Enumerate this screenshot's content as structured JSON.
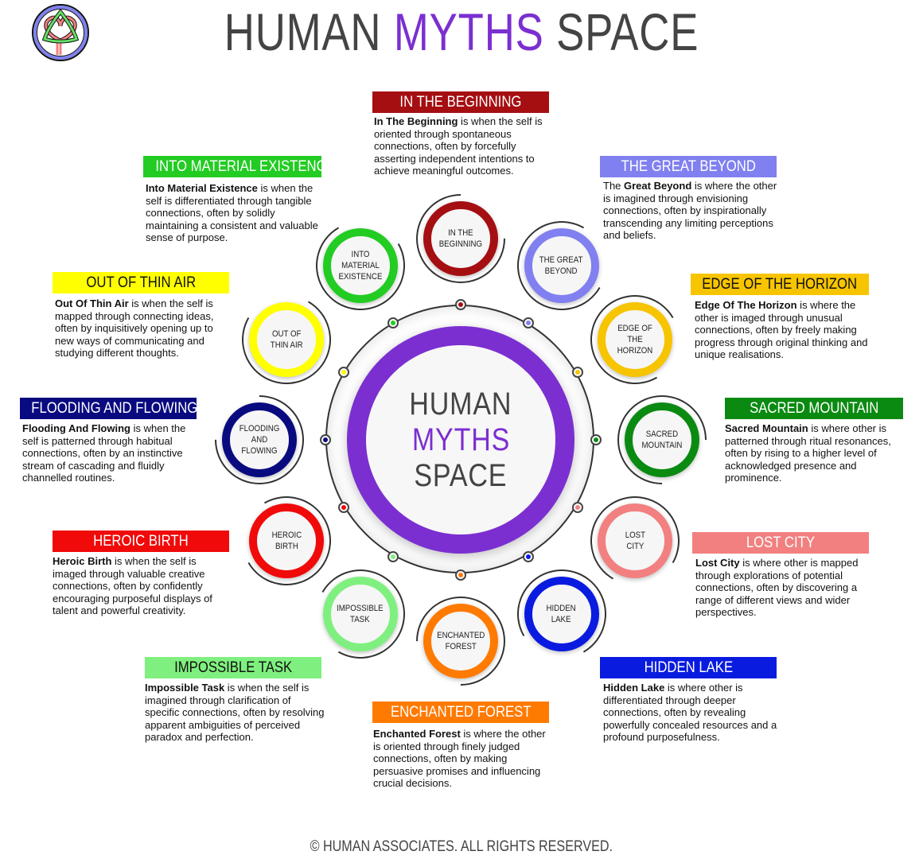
{
  "header": {
    "title_part1": "HUMAN",
    "title_part2": "MYTHS",
    "title_part3": "SPACE"
  },
  "center": {
    "line1": "HUMAN",
    "line2": "MYTHS",
    "line3": "SPACE",
    "accent": "#7b2fd0"
  },
  "logo": {
    "icon": "celtic-knot-tree-logo"
  },
  "myths": [
    {
      "circle": "IN THE\nBEGINNING",
      "label": "IN THE BEGINNING",
      "color": "#a50f12",
      "bold": "In The Beginning",
      "text": " is when the self is oriented through spontaneous connections, often by forcefully asserting independent intentions to achieve meaningful outcomes."
    },
    {
      "circle": "THE GREAT\nBEYOND",
      "label": "THE GREAT BEYOND",
      "color": "#8080f0",
      "pre": "The ",
      "bold": "Great Beyond",
      "text": " is where the other is imagined through envisioning connections, often by inspirationally transcending any limiting perceptions and beliefs."
    },
    {
      "circle": "EDGE OF THE\nHORIZON",
      "label": "EDGE OF THE HORIZON",
      "color": "#f7c400",
      "labelColor": "#111",
      "bold": "Edge Of The Horizon",
      "text": " is where the other is imaged through unusual connections, often by freely making progress through original thinking and unique realisations."
    },
    {
      "circle": "SACRED\nMOUNTAIN",
      "label": "SACRED MOUNTAIN",
      "color": "#0b8a12",
      "bold": "Sacred Mountain",
      "text": " is where other is patterned through ritual resonances, often by rising to a higher level of acknowledged presence and prominence."
    },
    {
      "circle": "LOST\nCITY",
      "label": "LOST CITY",
      "color": "#f28080",
      "bold": "Lost City",
      "text": " is where other is mapped through explorations of potential connections, often by discovering a range of different views and wider perspectives."
    },
    {
      "circle": "HIDDEN\nLAKE",
      "label": "HIDDEN LAKE",
      "color": "#0a1be0",
      "bold": "Hidden Lake",
      "text": " is where other is differentiated through deeper connections, often by revealing powerfully concealed resources and a profound purposefulness."
    },
    {
      "circle": "ENCHANTED\nFOREST",
      "label": "ENCHANTED FOREST",
      "color": "#ff7a00",
      "bold": "Enchanted Forest",
      "text": " is where the other is oriented through finely judged connections, often by making persuasive promises and influencing crucial decisions."
    },
    {
      "circle": "IMPOSSIBLE\nTASK",
      "label": "IMPOSSIBLE TASK",
      "color": "#7ff07f",
      "labelColor": "#111",
      "bold": "Impossible Task",
      "text": " is when the self is imagined through clarification of specific connections, often by resolving apparent ambiguities of perceived paradox and perfection."
    },
    {
      "circle": "HEROIC\nBIRTH",
      "label": "HEROIC BIRTH",
      "color": "#f00a0a",
      "bold": "Heroic Birth",
      "text": " is when the self is imaged through valuable creative connections, often by confidently encouraging purposeful displays of talent and powerful creativity."
    },
    {
      "circle": "FLOODING\nAND FLOWING",
      "label": "FLOODING AND FLOWING",
      "color": "#0a0a80",
      "bold": "Flooding And Flowing",
      "text": " is when the self is patterned through habitual connections, often by an instinctive stream of cascading and fluidly channelled routines."
    },
    {
      "circle": "OUT OF\nTHIN AIR",
      "label": "OUT OF THIN AIR",
      "color": "#ffff00",
      "labelColor": "#111",
      "bold": "Out Of Thin Air",
      "text": " is when the self is mapped through connecting ideas, often by inquisitively opening up to new ways of communicating and studying different thoughts."
    },
    {
      "circle": "INTO MATERIAL\nEXISTENCE",
      "label": "INTO MATERIAL EXISTENCE",
      "color": "#22cc22",
      "bold": "Into Material Existence",
      "text": " is when the self is differentiated through tangible connections, often by solidly maintaining a consistent and valuable sense of purpose."
    }
  ],
  "footer": {
    "copyright": "© HUMAN ASSOCIATES. ALL RIGHTS RESERVED."
  }
}
